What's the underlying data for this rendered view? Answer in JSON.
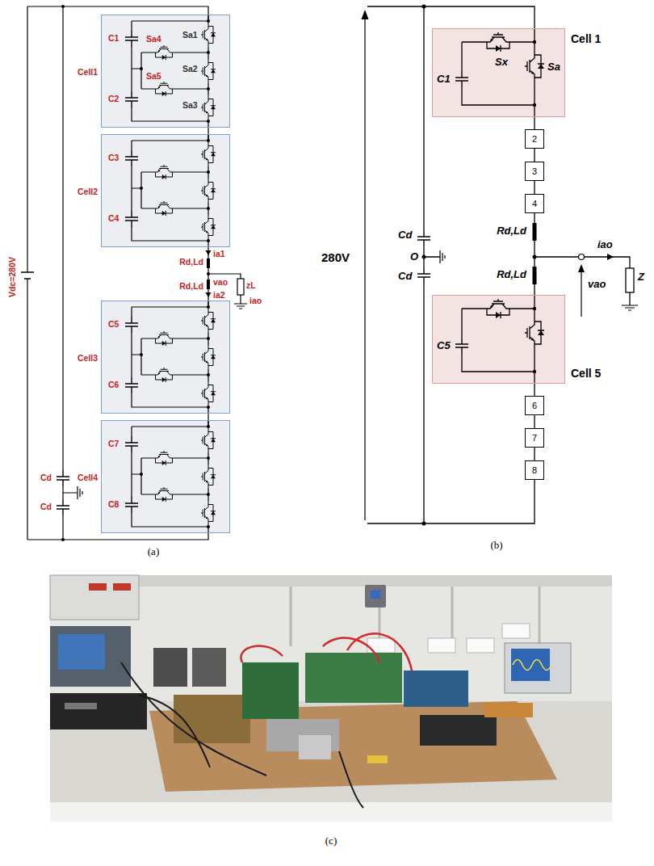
{
  "diagram": {
    "nodes": [
      {
        "text": [
          "Cell1",
          "C1",
          "C2",
          "Sa1",
          "Sa4",
          "Sa2",
          "Sa5",
          "Sa3"
        ]
      },
      {
        "text": [
          "Cell2",
          "C3",
          "C4"
        ]
      },
      {
        "text": [
          "Cell3",
          "C5",
          "C6"
        ]
      },
      {
        "text": [
          "Cell4",
          "C7",
          "C8"
        ]
      },
      {
        "text": [
          "Cell 1",
          "C1",
          "Sx",
          "Sa"
        ]
      },
      {
        "text": [
          "2"
        ]
      },
      {
        "text": [
          "3"
        ]
      },
      {
        "text": [
          "4"
        ]
      },
      {
        "text": [
          "Cell 5",
          "C5"
        ]
      },
      {
        "text": [
          "6"
        ]
      },
      {
        "text": [
          "7"
        ]
      },
      {
        "text": [
          "8"
        ]
      }
    ],
    "edges": [
      {
        "from": 4,
        "to": 5,
        "arrow": "none"
      },
      {
        "from": 5,
        "to": 6,
        "arrow": "none"
      },
      {
        "from": 6,
        "to": 7,
        "arrow": "none"
      },
      {
        "from": 8,
        "to": 9,
        "arrow": "none"
      },
      {
        "from": 9,
        "to": 10,
        "arrow": "none"
      },
      {
        "from": 10,
        "to": 11,
        "arrow": "none"
      }
    ],
    "labels": [
      "Vdc=280V",
      "Cd",
      "Cd",
      "ia1",
      "Rd,Ld",
      "vao",
      "Rd,Ld",
      "ia2",
      "zL",
      "iao",
      "(a)",
      "280V",
      "Cd",
      "O",
      "Cd",
      "Rd,Ld",
      "Rd,Ld",
      "iao",
      "vao",
      "Z",
      "(b)",
      "(c)"
    ]
  }
}
